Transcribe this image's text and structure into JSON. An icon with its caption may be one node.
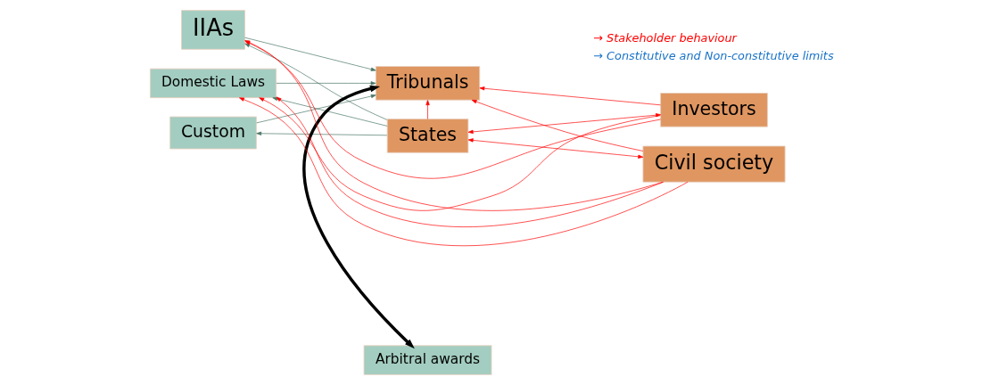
{
  "diagram": {
    "nodes": [
      {
        "text": [
          "IIAs"
        ]
      },
      {
        "text": [
          "Domestic Laws"
        ]
      },
      {
        "text": [
          "Custom"
        ]
      },
      {
        "text": [
          "Arbitral awards"
        ]
      },
      {
        "text": [
          "States"
        ]
      },
      {
        "text": [
          "Tribunals"
        ]
      },
      {
        "text": [
          "Investors"
        ]
      },
      {
        "text": [
          "Civil society"
        ]
      }
    ],
    "edges": [
      {
        "from": 6,
        "to": 0,
        "arrow": "to"
      },
      {
        "from": 4,
        "to": 0,
        "arrow": "to",
        "color": "#4a7565"
      },
      {
        "from": 4,
        "to": 6,
        "arrow": "both"
      },
      {
        "from": 7,
        "to": 0,
        "arrow": "to"
      },
      {
        "from": 4,
        "to": 1,
        "arrow": "to",
        "color": "#4a7565"
      },
      {
        "from": 4,
        "to": 2,
        "arrow": "to",
        "color": "#4a7565"
      },
      {
        "from": 0,
        "to": 5,
        "arrow": "to",
        "color": "#4a7565"
      },
      {
        "from": 7,
        "to": 1,
        "arrow": "to"
      },
      {
        "from": 6,
        "to": 1,
        "arrow": "to"
      },
      {
        "from": 4,
        "to": 5,
        "arrow": "to"
      },
      {
        "from": 6,
        "to": 5,
        "arrow": "to"
      },
      {
        "from": 4,
        "to": 7,
        "arrow": "both"
      },
      {
        "from": 1,
        "to": 5,
        "arrow": "to",
        "color": "#4a7565"
      },
      {
        "from": 2,
        "to": 5,
        "arrow": "to",
        "color": "#4a7565"
      },
      {
        "from": 7,
        "to": 5,
        "arrow": "to"
      },
      {
        "from": 7,
        "to": 1,
        "arrow": "to"
      },
      {
        "from": 5,
        "to": 3,
        "arrow": "both",
        "style": "thick",
        "color": "#000000"
      }
    ],
    "legend": [
      {
        "text": "→ Stakeholder behaviour",
        "color": "#ff0000"
      },
      {
        "text": "→ Constitutive and Non-constitutive limits",
        "color": "#1a73c8"
      }
    ]
  }
}
